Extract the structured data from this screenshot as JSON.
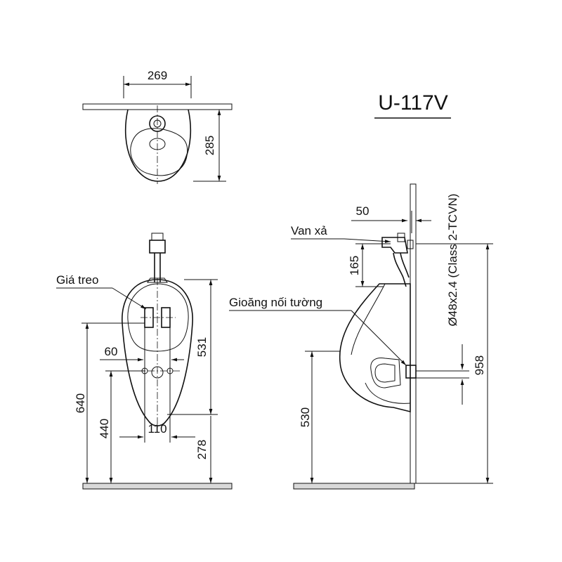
{
  "model": {
    "code": "U-117V"
  },
  "labels": {
    "hanger": "Giá treo",
    "flush_valve": "Van xả",
    "wall_gasket": "Gioăng nối tường",
    "pipe_spec": "Ø48x2.4 (Class 2-TCVN)"
  },
  "dimensions": {
    "top_width": "269",
    "top_depth": "285",
    "hanger_spacing": "60",
    "outlet_spacing": "110",
    "bowl_height": "531",
    "hanger_height": "640",
    "outlet_height": "440",
    "bottom_height": "278",
    "valve_offset": "50",
    "valve_height": "165",
    "rim_height": "530",
    "inlet_height": "958"
  },
  "colors": {
    "line": "#111111",
    "floor": "#d9d9d9"
  }
}
